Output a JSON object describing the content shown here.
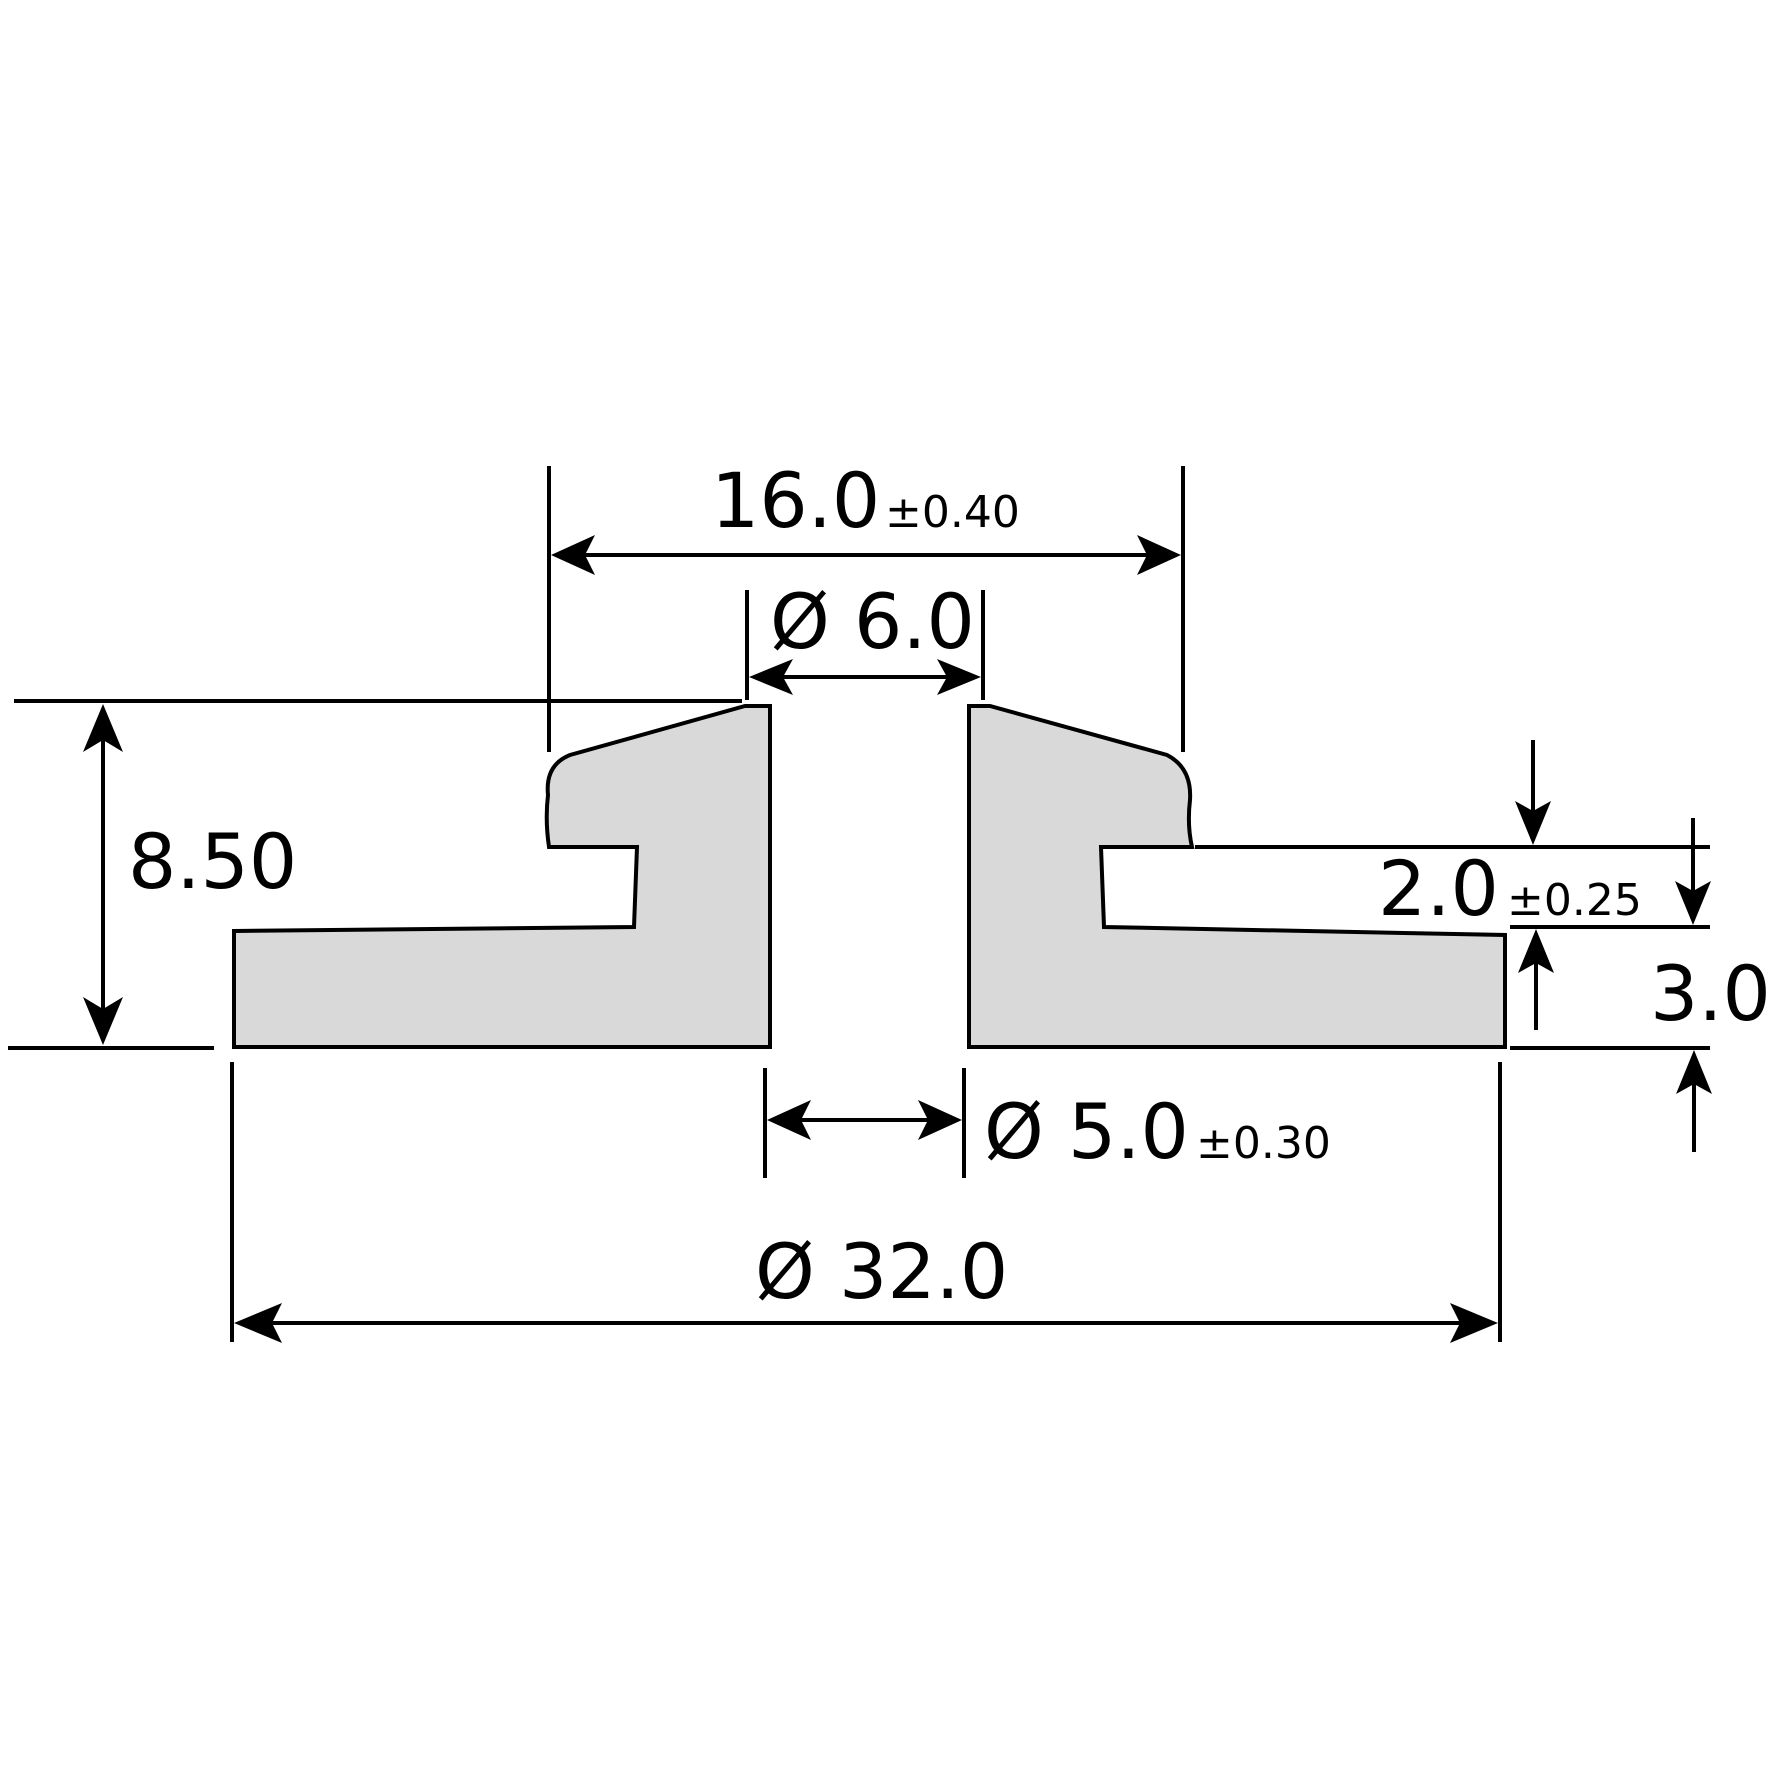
{
  "part": {
    "fill_color": "#d9d9d9",
    "line_color": "#000000"
  },
  "dimensions": {
    "overall_width": {
      "value": "16.0",
      "tolerance": "±0.40"
    },
    "top_bore": {
      "value": "Ø 6.0"
    },
    "height": {
      "value": "8.50"
    },
    "slot_height": {
      "value": "2.0",
      "tolerance": "±0.25"
    },
    "base_thickness": {
      "value": "3.0"
    },
    "bottom_bore": {
      "value": "Ø 5.0",
      "tolerance": "±0.30"
    },
    "outer_diameter": {
      "value": "Ø 32.0"
    }
  }
}
